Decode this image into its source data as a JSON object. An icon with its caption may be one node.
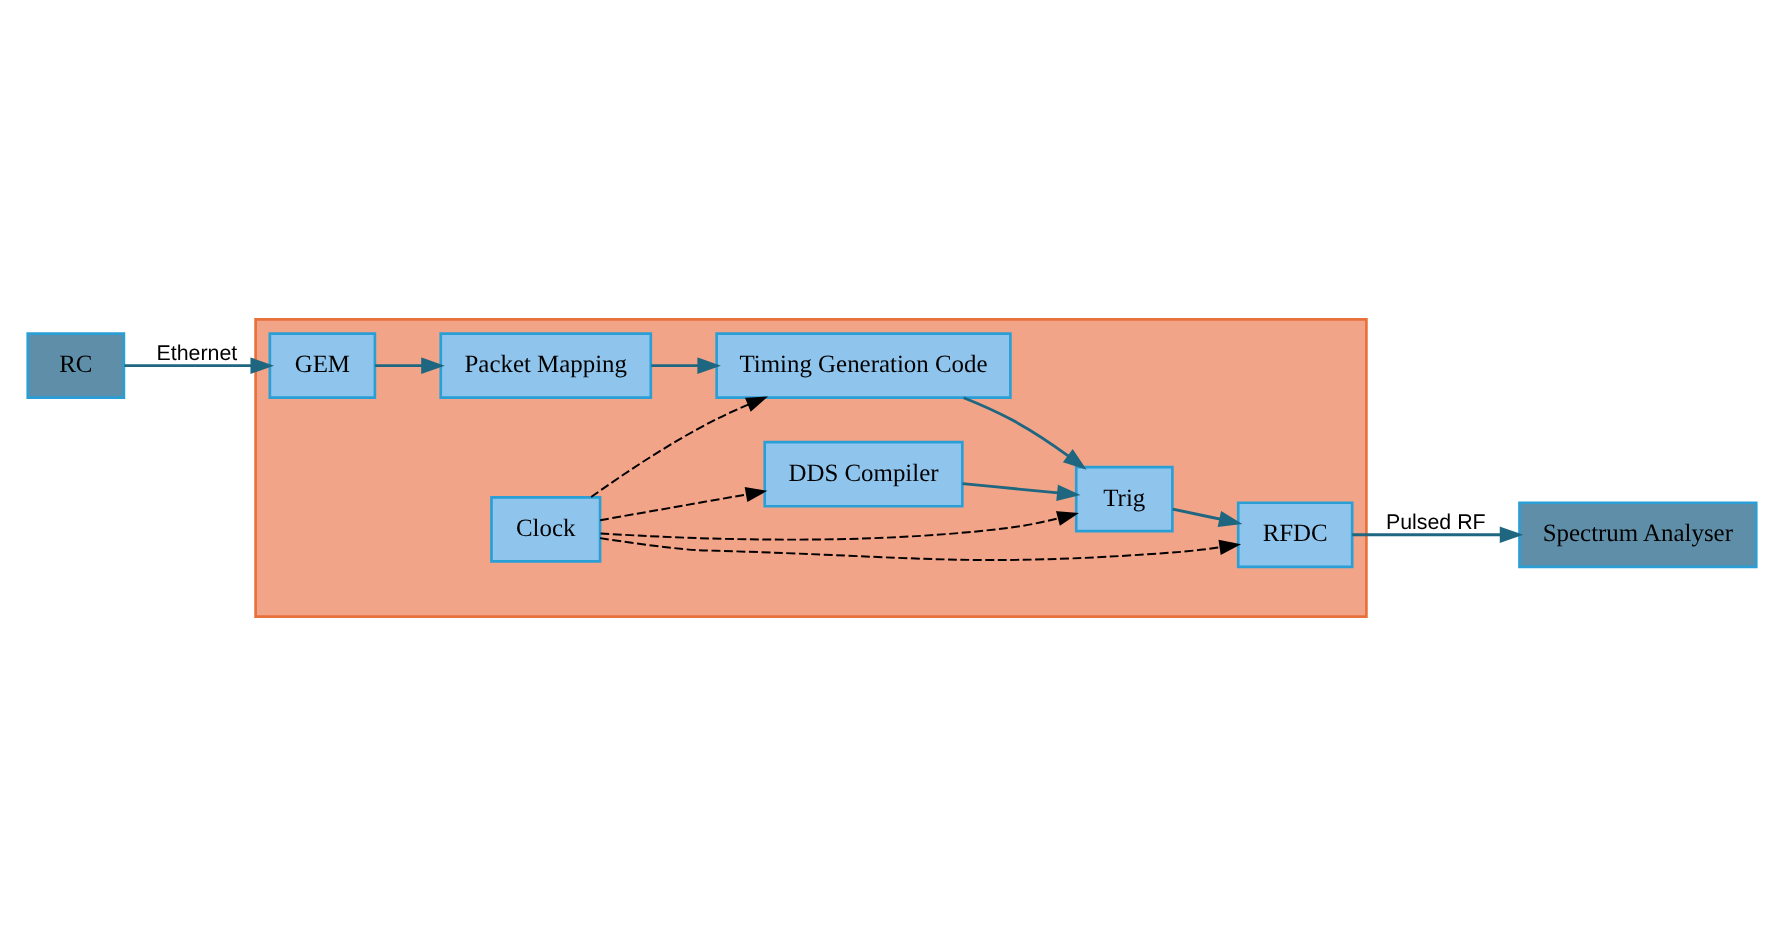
{
  "diagram": {
    "nodes": [
      {
        "text": [
          "RC"
        ]
      },
      {
        "text": [],
        "shape": "box"
      },
      {
        "text": [
          "GEM"
        ],
        "in": 1
      },
      {
        "text": [
          "DDS Compiler"
        ],
        "in": 1
      },
      {
        "text": [
          "RFDC"
        ],
        "in": 1
      },
      {
        "text": [
          "Spectrum Analyser"
        ]
      },
      {
        "text": [
          "Packet Mapping"
        ],
        "in": 1
      },
      {
        "text": [
          "Trig"
        ],
        "in": 1
      },
      {
        "text": [
          "Timing Generation Code"
        ],
        "in": 1
      },
      {
        "text": [
          "Clock"
        ],
        "in": 1
      }
    ],
    "edges": [
      {
        "from": 0,
        "to": 2,
        "arrow": "to",
        "label": "Ethernet"
      },
      {
        "from": 2,
        "to": 6,
        "arrow": "to"
      },
      {
        "from": 6,
        "to": 8,
        "arrow": "to"
      },
      {
        "from": 8,
        "to": 7,
        "arrow": "to"
      },
      {
        "from": 3,
        "to": 7,
        "arrow": "to"
      },
      {
        "from": 7,
        "to": 4,
        "arrow": "to"
      },
      {
        "from": 4,
        "to": 5,
        "arrow": "to",
        "label": "Pulsed RF"
      },
      {
        "from": 9,
        "to": 8,
        "arrow": "to",
        "style": "dashed",
        "color": "#000000"
      },
      {
        "from": 9,
        "to": 3,
        "arrow": "to",
        "style": "dashed",
        "color": "#000000"
      },
      {
        "from": 9,
        "to": 7,
        "arrow": "to",
        "style": "dashed",
        "color": "#000000"
      },
      {
        "from": 9,
        "to": 4,
        "arrow": "to",
        "style": "dashed",
        "color": "#000000"
      }
    ]
  }
}
